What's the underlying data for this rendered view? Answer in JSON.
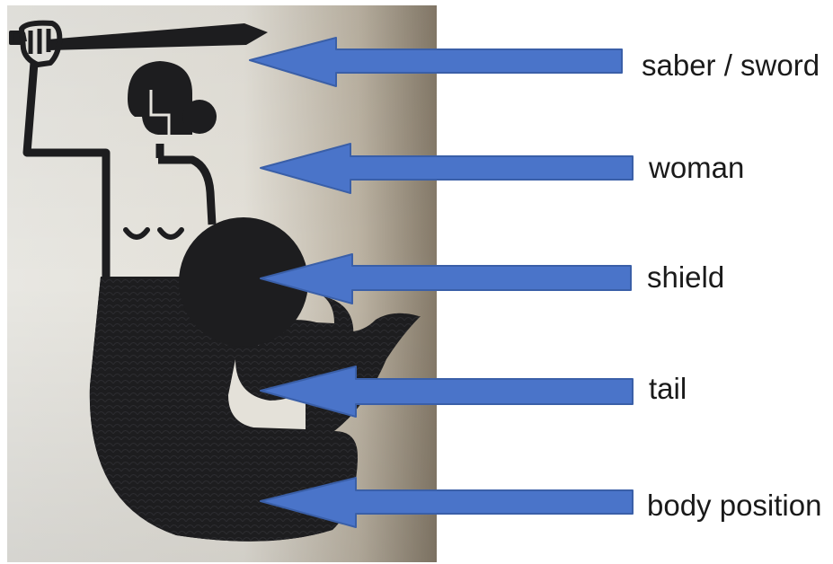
{
  "labels": [
    "saber / sword",
    "woman",
    "shield",
    "tail",
    "body position"
  ],
  "colors": {
    "arrow_fill": "#4a74c9",
    "arrow_stroke": "#3a5fa8",
    "figure": "#1d1d1f",
    "photo_light": "#ecebe6",
    "photo_dark": "#857a69"
  },
  "figure": {
    "icon": "mermaid-with-sword-and-shield"
  }
}
